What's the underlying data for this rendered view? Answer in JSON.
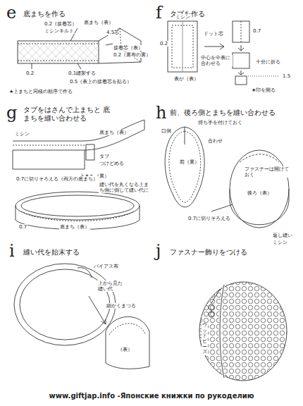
{
  "diagram": {
    "labels": [
      "e",
      "底まちを作る",
      "0.2（接着芯）",
      "ミシンキルト",
      "底まち（表）",
      "4.5芯",
      "接着芯（表）",
      "0.2（裏布の裏）",
      "0.2",
      "0.1縫製する",
      "0.5（表上の接着芯を貼る）",
      "★上まちと同様の順序で作る",
      "f",
      "タブを作る",
      "ミシン",
      "0.2",
      "ドット芯",
      "中心を中表に合わせる",
      "表が（表）",
      "0.7",
      "十分に折る",
      "1.5",
      "★印を開る",
      "g",
      "タブをはさんで上まちと 底まちを縫い合わせる",
      "底まち（表）",
      "ミシン",
      "タブ",
      "つけどめる",
      "上まち（裏）",
      "0.7に切りそろえる（両方の底まち）",
      "縫い代を丸くなる上まち側に倒して縫い代に",
      "底まち（表）",
      "0.7",
      "h",
      "前、後ろ側とまちを縫い合わせる",
      "持ち手を付けておく",
      "口側",
      "合わせ",
      "前（裏）",
      "ファスナーは開けておく",
      "後ろ（表）",
      "0.7に切りそろえる",
      "返し縫い",
      "ミシン",
      "i",
      "縫い代を始末する",
      "バイアス布",
      "上から見た縫い代",
      "細かくまつる",
      "（表）",
      "j",
      "ファスナー飾りをつける",
      "ウッドビーズ",
      "www.giftjap.info -Японские книжки по рукоделию"
    ]
  }
}
